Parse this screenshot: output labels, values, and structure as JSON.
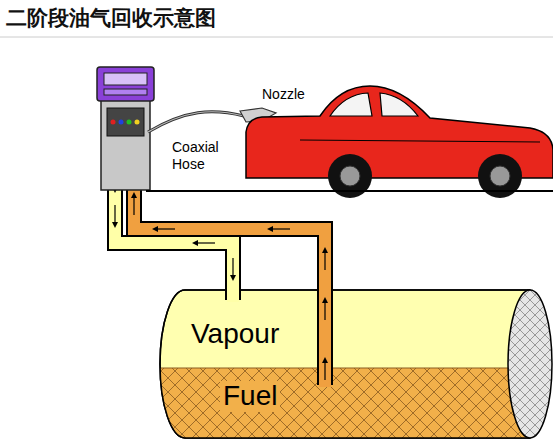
{
  "diagram": {
    "title": "二阶段油气回收示意图",
    "nodes": [
      {
        "text": [
          "Vapour"
        ]
      },
      {
        "text": [
          "Fuel"
        ]
      }
    ],
    "labels": [
      "Nozzle",
      "Coaxial Hose"
    ]
  }
}
